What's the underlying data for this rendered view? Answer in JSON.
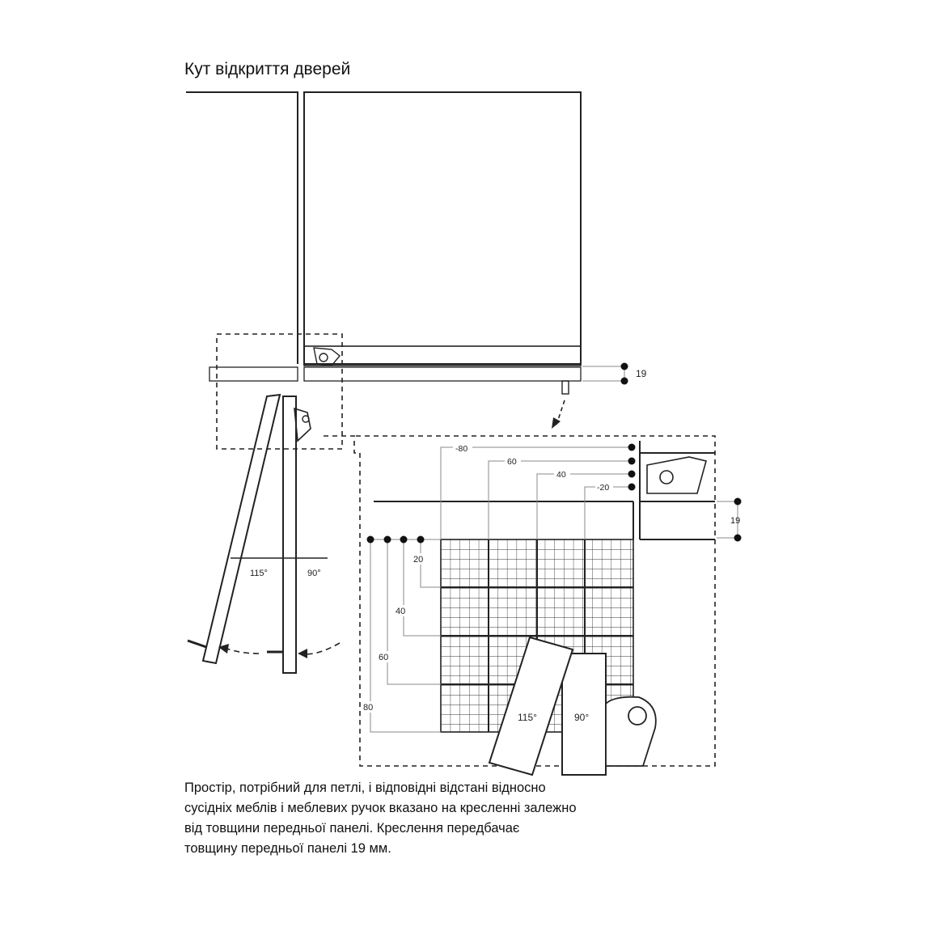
{
  "title": "Кут відкриття дверей",
  "labels": {
    "panel_thickness": "19",
    "panel_thickness_detail": "19",
    "angle_115_small": "115°",
    "angle_90_small": "90°",
    "angle_115_detail": "115°",
    "angle_90_detail": "90°",
    "top_dims": [
      "-80",
      "60",
      "40",
      "-20"
    ],
    "side_dims": [
      "20",
      "40",
      "60",
      "80"
    ]
  },
  "caption": [
    "Простір, потрібний для петлі, і відповідні відстані відносно",
    "сусідніх меблів і меблевих ручок вказано на кресленні залежно",
    "від товщини передньої панелі. Креслення передбачає",
    "товщину передньої панелі 19 мм."
  ]
}
